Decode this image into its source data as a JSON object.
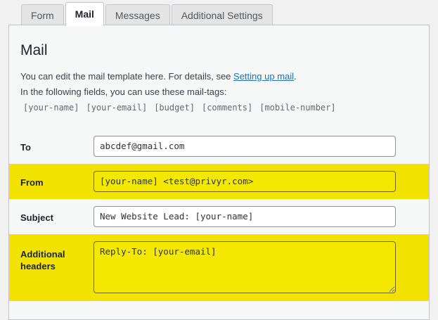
{
  "tabs": [
    {
      "label": "Form",
      "active": false
    },
    {
      "label": "Mail",
      "active": true
    },
    {
      "label": "Messages",
      "active": false
    },
    {
      "label": "Additional Settings",
      "active": false
    }
  ],
  "panel": {
    "title": "Mail",
    "description_before_link": "You can edit the mail template here. For details, see ",
    "description_link": "Setting up mail",
    "description_after_link": ".",
    "description_line2": "In the following fields, you can use these mail-tags:",
    "mail_tags": [
      "[your-name]",
      "[your-email]",
      "[budget]",
      "[comments]",
      "[mobile-number]"
    ]
  },
  "fields": [
    {
      "label": "To",
      "value": "abcdef@gmail.com",
      "type": "input",
      "highlighted": false
    },
    {
      "label": "From",
      "value": "[your-name] <test@privyr.com>",
      "type": "input",
      "highlighted": true
    },
    {
      "label": "Subject",
      "value": "New Website Lead: [your-name]",
      "type": "input",
      "highlighted": false
    },
    {
      "label": "Additional headers",
      "value": "Reply-To: [your-email]",
      "type": "textarea",
      "highlighted": true
    }
  ],
  "colors": {
    "highlight_yellow": "#f2e200",
    "link_blue": "#2271b1",
    "panel_bg": "#f6f7f7",
    "page_bg": "#f1f1f1",
    "border_gray": "#c3c4c7"
  }
}
